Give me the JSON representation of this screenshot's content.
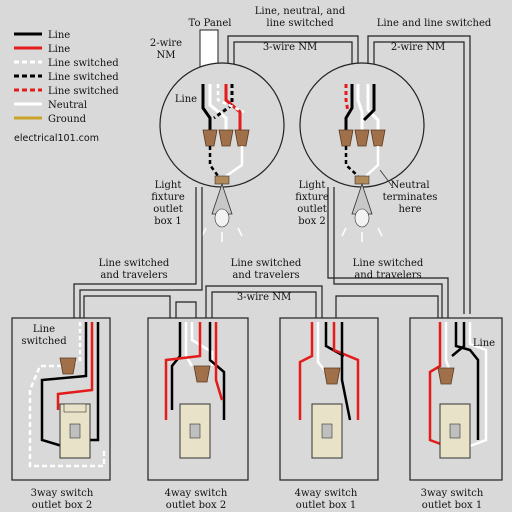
{
  "legend": {
    "items": [
      {
        "label": "Line",
        "color": "#000000",
        "style": "solid"
      },
      {
        "label": "Line",
        "color": "#e31b1b",
        "style": "solid"
      },
      {
        "label": "Line switched",
        "color": "#ffffff",
        "style": "dashed-white"
      },
      {
        "label": "Line switched",
        "color": "#000000",
        "style": "dashed-black"
      },
      {
        "label": "Line switched",
        "color": "#e31b1b",
        "style": "dashed-red"
      },
      {
        "label": "Neutral",
        "color": "#ffffff",
        "style": "solid"
      },
      {
        "label": "Ground",
        "color": "#c9a227",
        "style": "solid"
      }
    ]
  },
  "site": "electrical101.com",
  "labels": {
    "to_panel": "To Panel",
    "two_wire_left": [
      "2-wire",
      "NM"
    ],
    "top_middle": [
      "Line, neutral, and",
      "line switched"
    ],
    "top_right": "Line and line switched",
    "three_wire_top": "3-wire NM",
    "two_wire_right": "2-wire NM",
    "line_box1": "Line",
    "fixture1": [
      "Light",
      "fixture",
      "outlet",
      "box 1"
    ],
    "fixture2": [
      "Light",
      "fixture",
      "outlet",
      "box 2"
    ],
    "neutral_terminates": [
      "Neutral",
      "terminates",
      "here"
    ],
    "travelers_left": [
      "Line switched",
      "and travelers"
    ],
    "travelers_mid": [
      "Line switched",
      "and travelers"
    ],
    "travelers_right": [
      "Line switched",
      "and travelers"
    ],
    "three_wire_bottom": "3-wire NM",
    "line_switched_box": [
      "Line",
      "switched"
    ],
    "line_right_box": "Line",
    "boxes": [
      [
        "3way switch",
        "outlet box 2"
      ],
      [
        "4way switch",
        "outlet box 2"
      ],
      [
        "4way switch",
        "outlet box 1"
      ],
      [
        "3way switch",
        "outlet box 1"
      ]
    ]
  },
  "colors": {
    "line": "#000000",
    "red": "#e31b1b",
    "neutral": "#ffffff",
    "ground": "#c9a227",
    "background": "#d9d9d9",
    "wirenut": "#a0704a"
  }
}
